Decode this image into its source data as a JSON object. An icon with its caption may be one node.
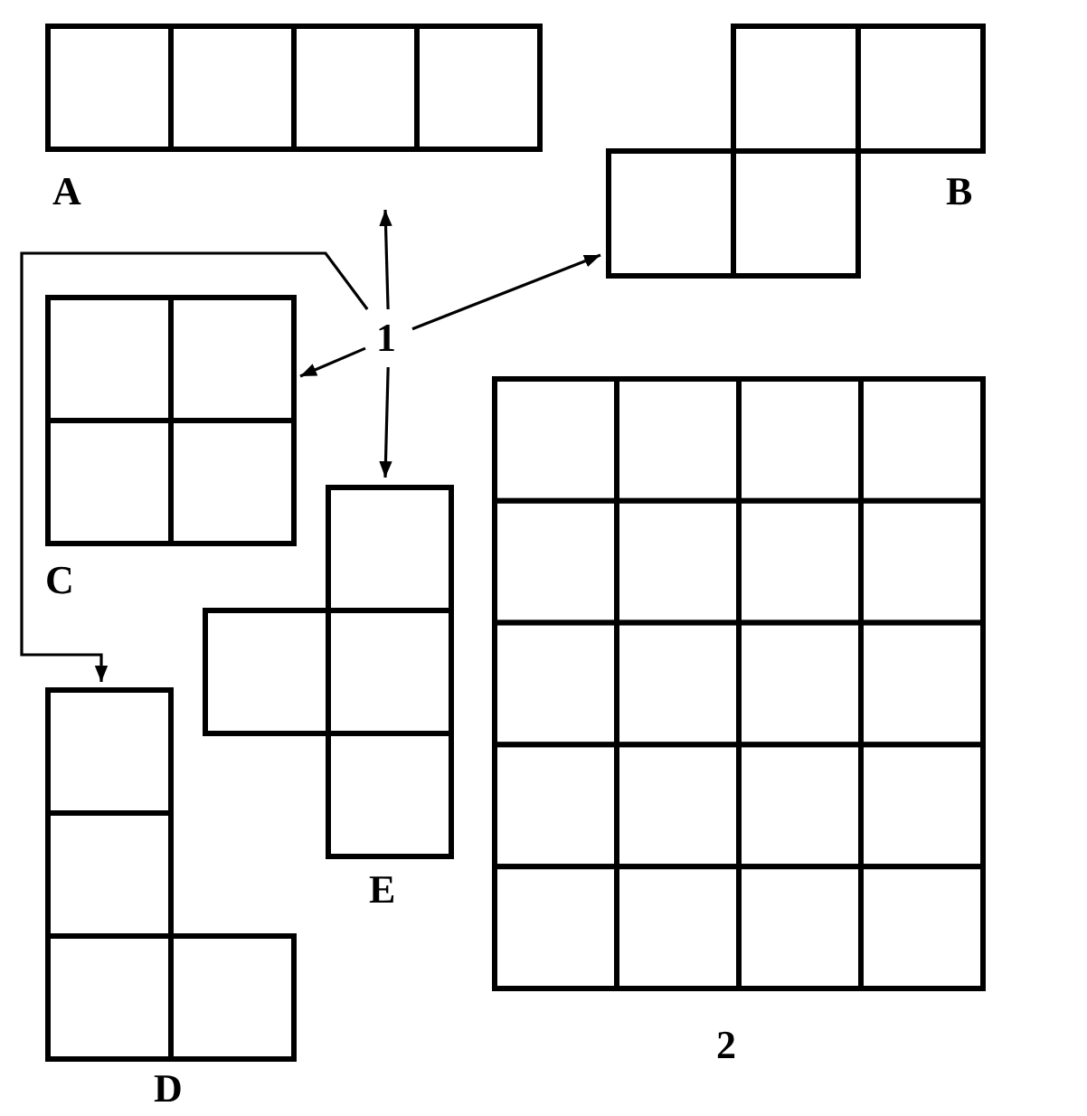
{
  "diagram": {
    "nodes": [
      {
        "text": [
          "A"
        ]
      },
      {
        "text": [
          "B"
        ]
      },
      {
        "text": [
          "1"
        ]
      },
      {
        "text": [
          "C"
        ]
      },
      {
        "text": [
          "E"
        ]
      },
      {
        "text": [
          "D"
        ]
      },
      {
        "text": [
          "2"
        ]
      }
    ],
    "edges": [
      {
        "from": 2,
        "to": 0,
        "arrow": "to"
      },
      {
        "from": 2,
        "to": 1,
        "arrow": "to"
      },
      {
        "from": 2,
        "to": 3,
        "arrow": "to"
      },
      {
        "from": 2,
        "to": 4,
        "arrow": "to"
      },
      {
        "from": 2,
        "to": 5,
        "arrow": "to"
      }
    ]
  }
}
